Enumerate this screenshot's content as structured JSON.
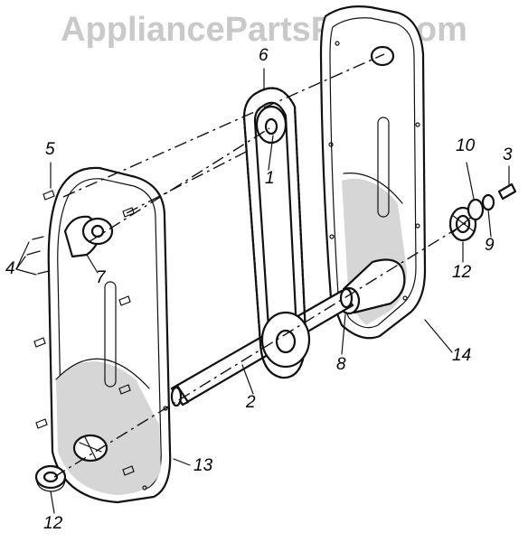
{
  "watermark": "AppliancePartsPros.com",
  "callouts": {
    "c1": "1",
    "c2": "2",
    "c3": "3",
    "c4": "4",
    "c5": "5",
    "c6": "6",
    "c7": "7",
    "c8": "8",
    "c9": "9",
    "c10": "10",
    "c12a": "12",
    "c12b": "12",
    "c13": "13",
    "c14": "14"
  },
  "colors": {
    "ink": "#111111",
    "shade": "#d6d6d6",
    "watermark": "#c9c9c9"
  }
}
